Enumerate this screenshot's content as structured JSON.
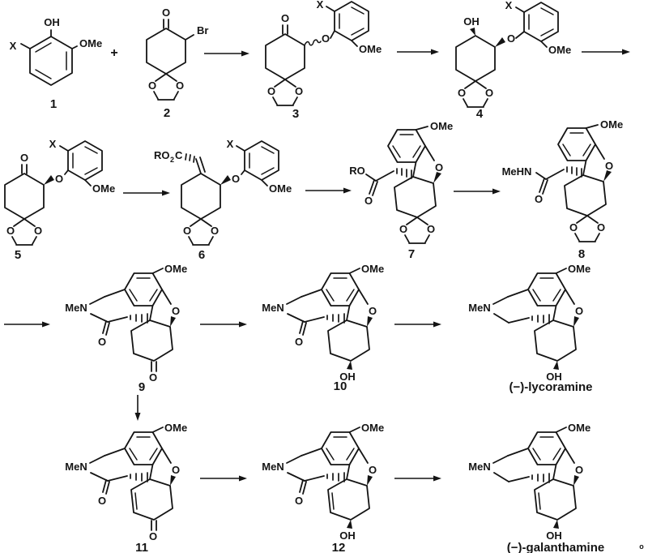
{
  "scheme": {
    "plus": "+",
    "corner_mark": "o",
    "compounds": {
      "c1": {
        "number": "1",
        "oh": "OH",
        "x": "X",
        "ome": "OMe"
      },
      "c2": {
        "number": "2",
        "ketone_o": "O",
        "br": "Br",
        "diox_o_left": "O",
        "diox_o_right": "O"
      },
      "c3": {
        "number": "3",
        "ketone_o": "O",
        "ether_o": "O",
        "x": "X",
        "ome": "OMe",
        "diox_o_left": "O",
        "diox_o_right": "O"
      },
      "c4": {
        "number": "4",
        "oh": "OH",
        "ether_o": "O",
        "x": "X",
        "ome": "OMe",
        "diox_o_left": "O",
        "diox_o_right": "O"
      },
      "c5": {
        "number": "5",
        "ketone_o": "O",
        "ether_o": "O",
        "x": "X",
        "ome": "OMe",
        "diox_o_left": "O",
        "diox_o_right": "O"
      },
      "c6": {
        "number": "6",
        "ester_ro": "RO",
        "ester_sub": "2",
        "ester_c": "C",
        "ether_o": "O",
        "x": "X",
        "ome": "OMe",
        "diox_o_left": "O",
        "diox_o_right": "O"
      },
      "c7": {
        "number": "7",
        "ro": "RO",
        "carbonyl_o": "O",
        "ome": "OMe",
        "furan_o": "O",
        "diox_o_left": "O",
        "diox_o_right": "O"
      },
      "c8": {
        "number": "8",
        "mehn": "MeHN",
        "carbonyl_o": "O",
        "ome": "OMe",
        "furan_o": "O",
        "diox_o_left": "O",
        "diox_o_right": "O"
      },
      "c9": {
        "number": "9",
        "men": "MeN",
        "lactam_o": "O",
        "ome": "OMe",
        "furan_o": "O",
        "ketone_o": "O"
      },
      "c10": {
        "number": "10",
        "men": "MeN",
        "lactam_o": "O",
        "ome": "OMe",
        "furan_o": "O",
        "oh": "OH"
      },
      "lycoramine": {
        "name": "(−)-lycoramine",
        "men": "MeN",
        "ome": "OMe",
        "furan_o": "O",
        "oh": "OH"
      },
      "c11": {
        "number": "11",
        "men": "MeN",
        "lactam_o": "O",
        "ome": "OMe",
        "furan_o": "O",
        "ketone_o": "O"
      },
      "c12": {
        "number": "12",
        "men": "MeN",
        "lactam_o": "O",
        "ome": "OMe",
        "furan_o": "O",
        "oh": "OH"
      },
      "galanthamine": {
        "name": "(−)-galanthamine",
        "men": "MeN",
        "ome": "OMe",
        "furan_o": "O",
        "oh": "OH"
      }
    }
  }
}
